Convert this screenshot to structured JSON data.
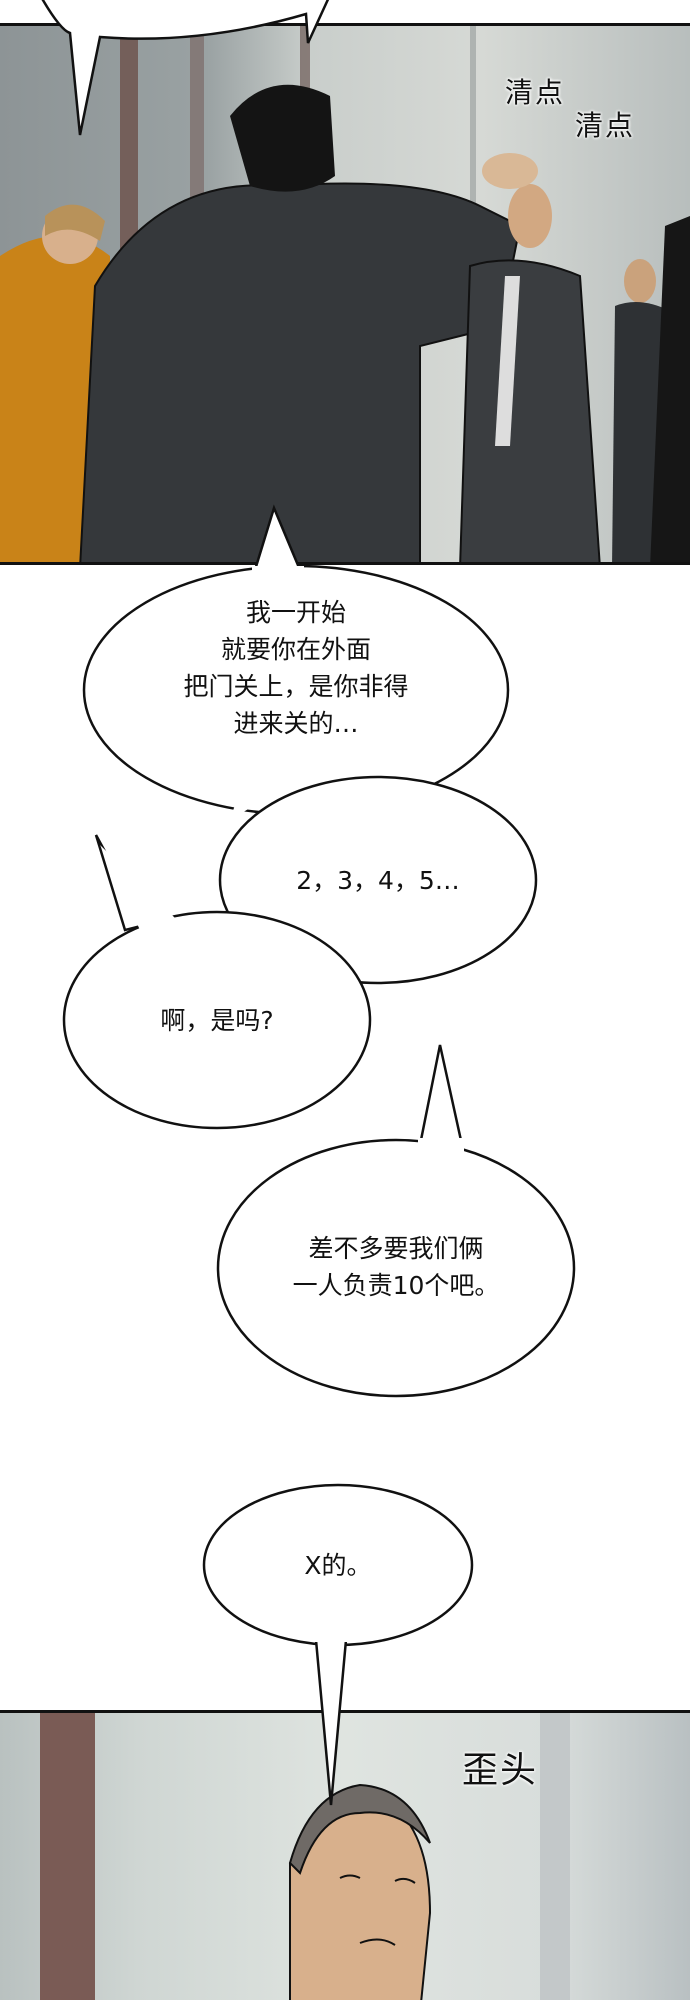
{
  "panel_1": {
    "sfx": [
      "清点",
      "清点"
    ]
  },
  "bubbles": [
    {
      "text": "我一开始\n就要你在外面\n把门关上，是你非得\n进来关的…"
    },
    {
      "text": "2，3，4，5…"
    },
    {
      "text": "啊，是吗?"
    },
    {
      "text": "差不多要我们俩\n一人负责10个吧。"
    },
    {
      "text": "X的。"
    }
  ],
  "panel_2": {
    "sfx": "歪头"
  },
  "colors": {
    "ink": "#111111",
    "jacket": "#35383b",
    "shirt_orange": "#d48a1a",
    "skin": "#d8b08c"
  }
}
